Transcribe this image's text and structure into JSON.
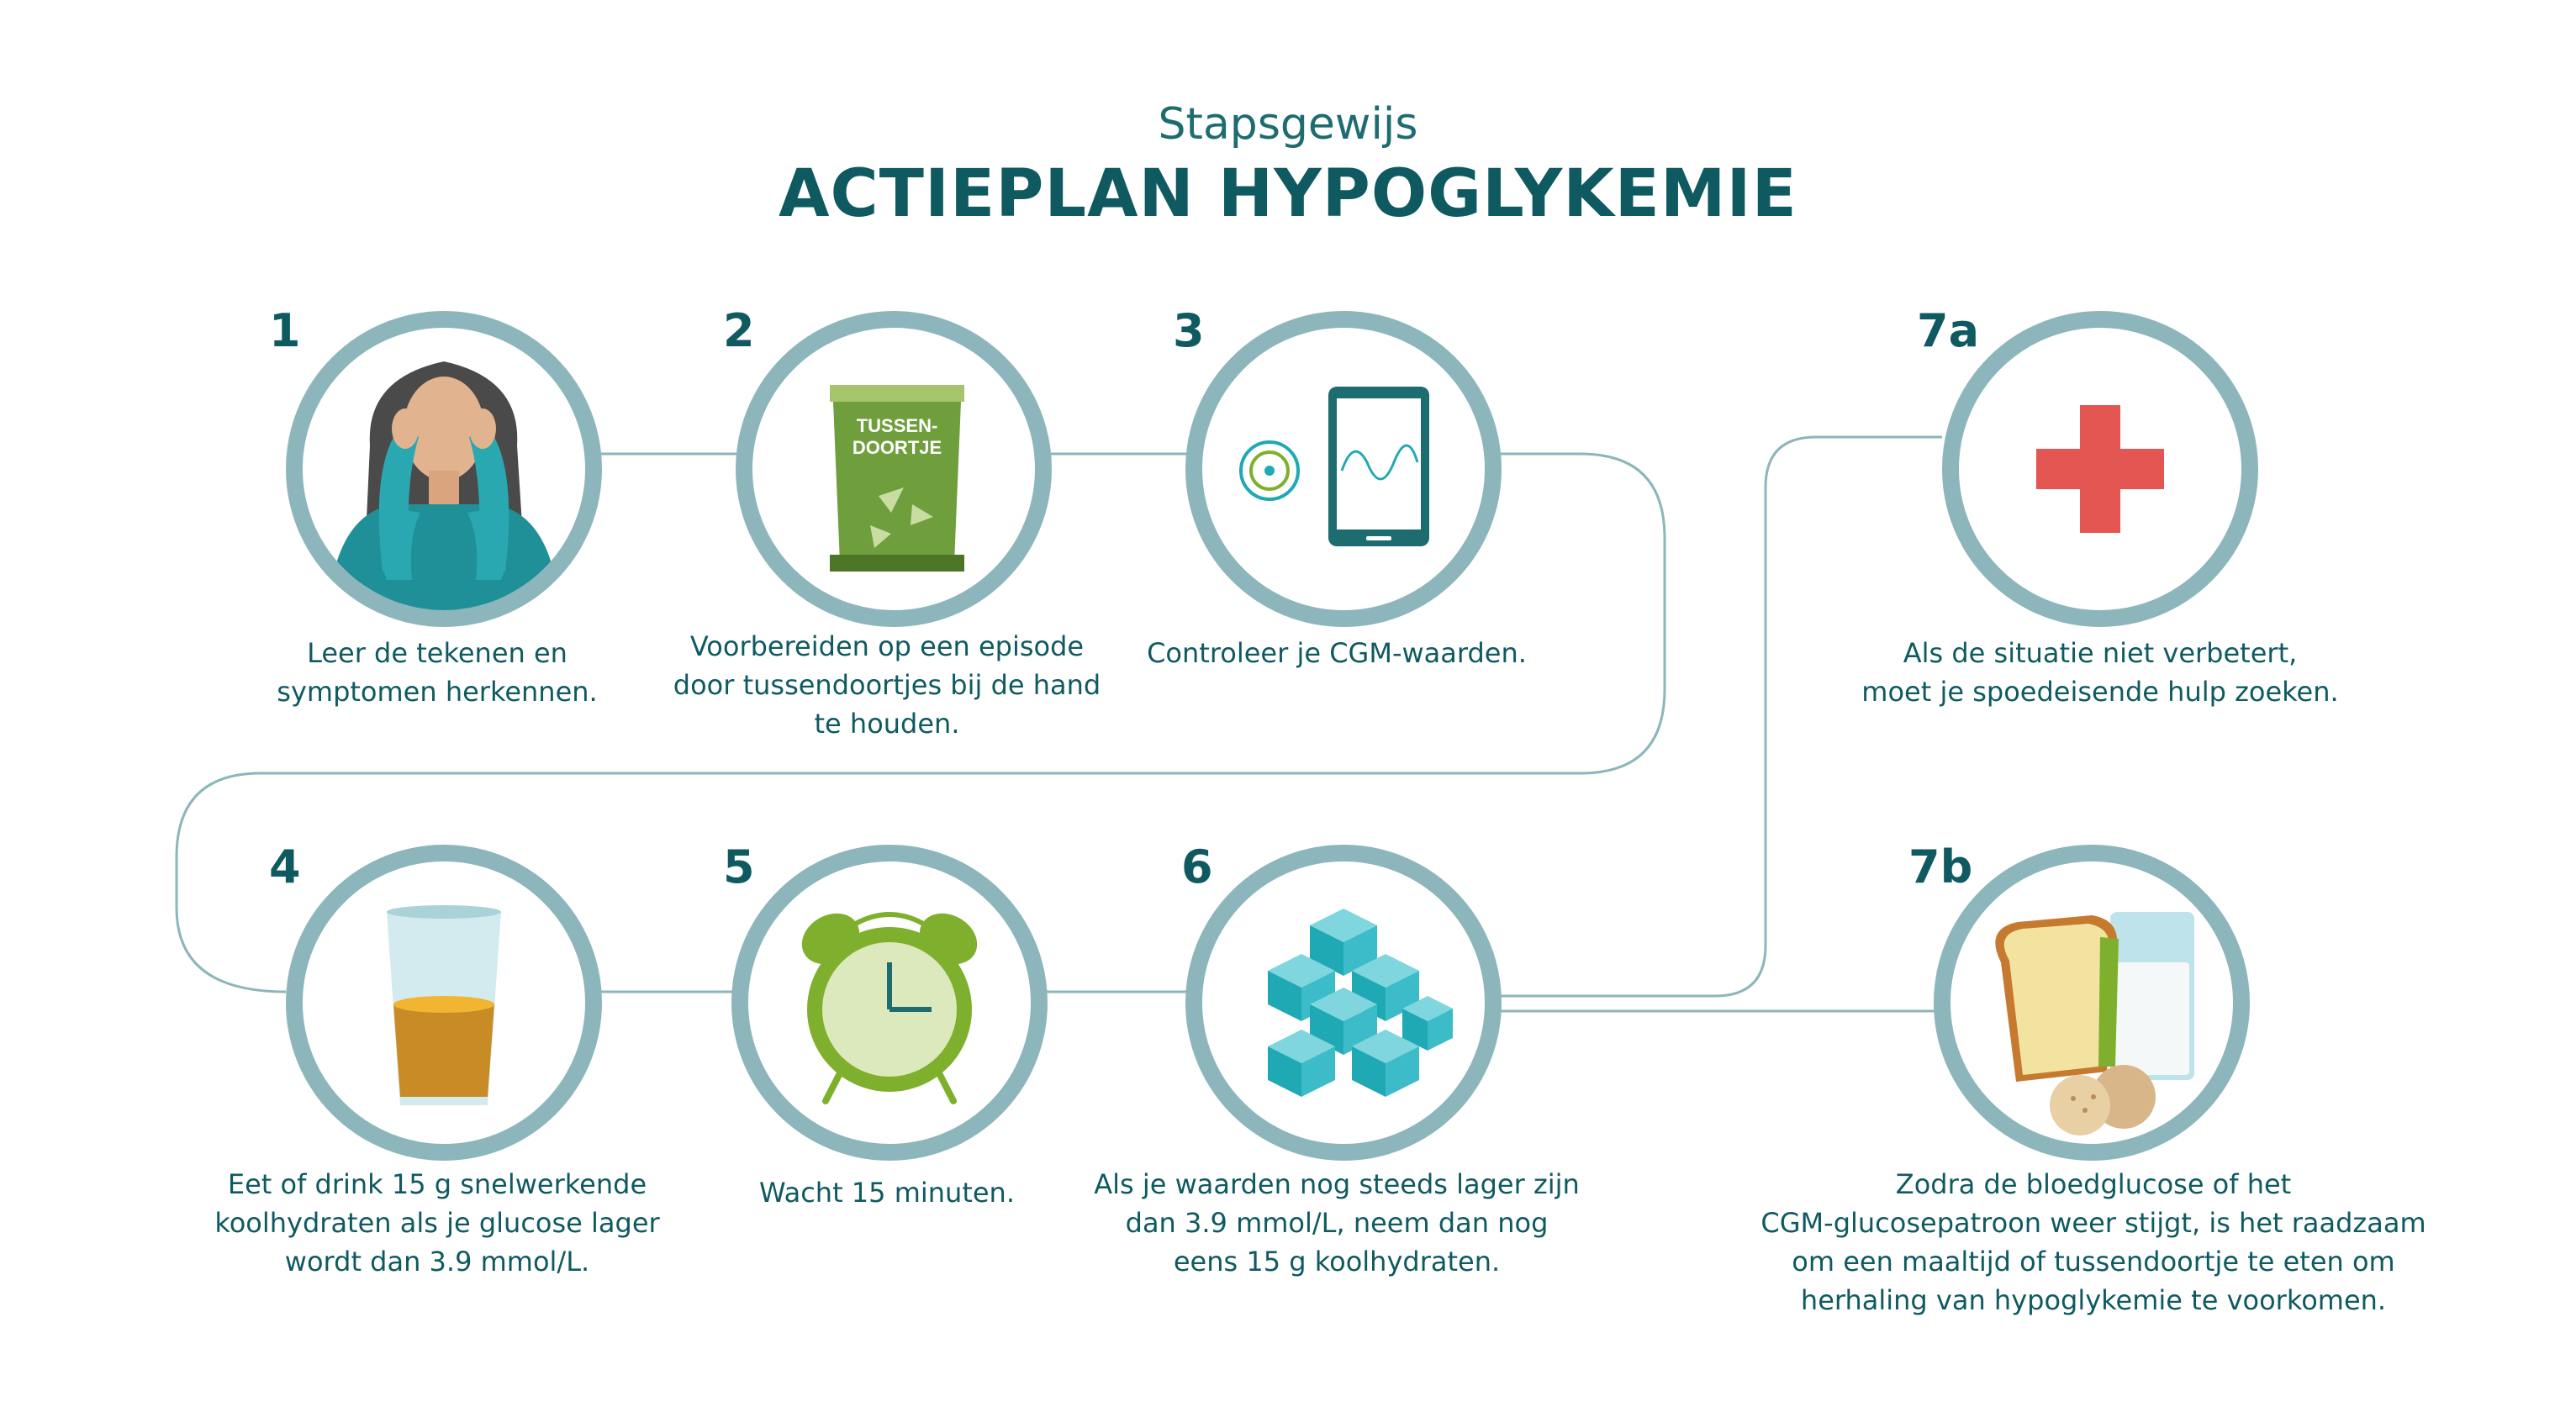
{
  "header": {
    "subtitle": "Stapsgewijs",
    "title": "ACTIEPLAN HYPOGLYKEMIE"
  },
  "colors": {
    "ring": "#8cb6bb",
    "text": "#0f5a60",
    "accent_teal": "#1fa9b5",
    "snack_green": "#6f9e3c",
    "clock_green": "#7fb02d",
    "cross_red": "#e35652",
    "juice_orange": "#c98b25",
    "cube_teal": "#3cbcc8"
  },
  "steps": [
    {
      "number": "1",
      "icon": "woman-headache-icon",
      "caption": [
        "Leer de tekenen en",
        "symptomen herkennen."
      ]
    },
    {
      "number": "2",
      "icon": "snack-bag-icon",
      "bag_label": [
        "TUSSEN-",
        "DOORTJE"
      ],
      "caption": [
        "Voorbereiden op een episode",
        "door tussendoortjes bij de hand",
        "te houden."
      ]
    },
    {
      "number": "3",
      "icon": "cgm-sensor-phone-icon",
      "caption": [
        "Controleer je CGM-waarden."
      ]
    },
    {
      "number": "4",
      "icon": "juice-glass-icon",
      "caption": [
        "Eet of drink 15 g snelwerkende",
        "koolhydraten als je glucose lager",
        "wordt dan 3.9 mmol/L."
      ]
    },
    {
      "number": "5",
      "icon": "alarm-clock-icon",
      "caption": [
        "Wacht 15 minuten."
      ]
    },
    {
      "number": "6",
      "icon": "sugar-cubes-icon",
      "caption": [
        "Als je waarden nog steeds lager zijn",
        "dan 3.9 mmol/L, neem dan nog",
        "eens 15 g koolhydraten."
      ]
    },
    {
      "number": "7a",
      "icon": "medical-cross-icon",
      "caption": [
        "Als de situatie niet verbetert,",
        "moet je spoedeisende hulp zoeken."
      ]
    },
    {
      "number": "7b",
      "icon": "meal-sandwich-milk-icon",
      "caption": [
        "Zodra de bloedglucose of het",
        "CGM-glucosepatroon weer stijgt, is het raadzaam",
        "om een maaltijd of tussendoortje te eten om",
        "herhaling van hypoglykemie te voorkomen."
      ]
    }
  ]
}
